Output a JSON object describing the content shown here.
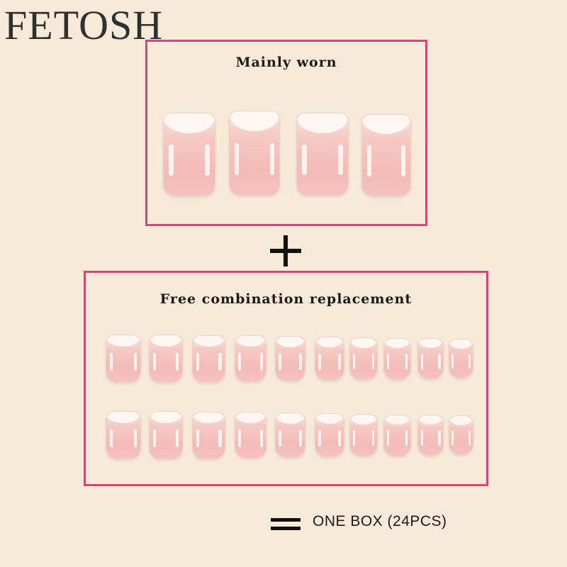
{
  "brand": "FETOSH",
  "main_set": {
    "title": "Mainly worn"
  },
  "extra_set": {
    "title": "Free combination replacement"
  },
  "operator_plus_icon": "plus-icon",
  "operator_equals_icon": "equals-icon",
  "total": {
    "label": "ONE BOX (24PCS)"
  },
  "colors": {
    "background": "#f8ead8",
    "frame": "#d0477a",
    "nail_base": "#f4bbb6",
    "nail_tip": "#fdf6f3"
  }
}
